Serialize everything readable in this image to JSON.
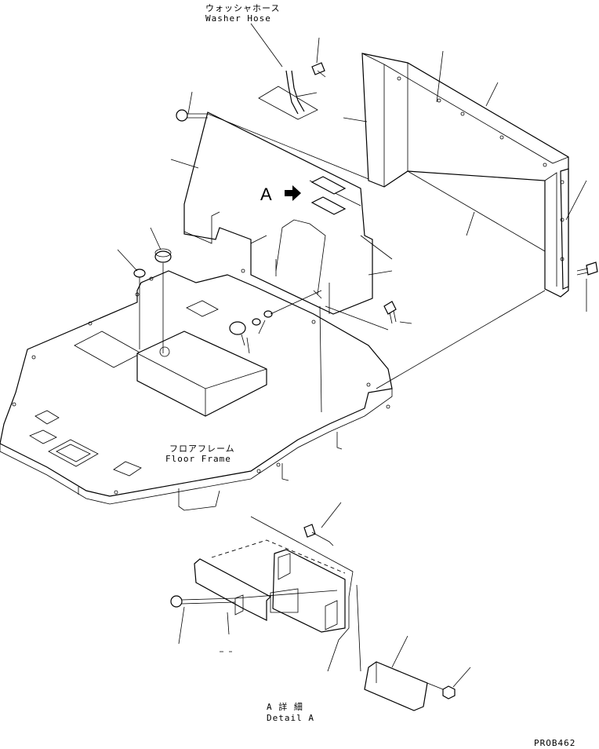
{
  "labels": {
    "washer_hose_jp": "ウォッシャホース",
    "washer_hose_en": "Washer Hose",
    "view_marker": "A",
    "floor_frame_jp": "フロアフレーム",
    "floor_frame_en": "Floor Frame",
    "detail_jp": "A 詳 細",
    "detail_en": "Detail A",
    "drawing_code": "PROB462"
  }
}
